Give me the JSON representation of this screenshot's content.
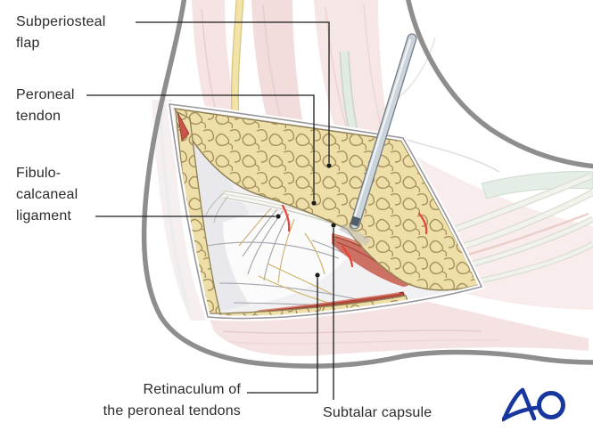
{
  "figure": {
    "kind": "surgical-anatomy-illustration",
    "region": "lateral hindfoot / calcaneus exposure"
  },
  "labels": {
    "subperiosteal_flap": {
      "text": "Subperiosteal\nflap"
    },
    "peroneal_tendon": {
      "text": "Peroneal\ntendon"
    },
    "fibulocalcaneal_ligament": {
      "text": "Fibulo-\ncalcaneal\nligament"
    },
    "retinaculum": {
      "text": "Retinaculum of\nthe peroneal tendons"
    },
    "subtalar_capsule": {
      "text": "Subtalar capsule"
    }
  },
  "logo": {
    "text": "AO",
    "color": "#17379e"
  },
  "colors": {
    "skin_outline": "#8e8e8e",
    "fat_yellow": "#eedfa9",
    "fat_lobule_line": "#a6905c",
    "fat_edge": "#8d7f54",
    "pale_muscle_pink": "#f6e3e3",
    "deep_muscle_red": "#b34a3d",
    "muscle_red": "#cc7163",
    "cut_ligament_red": "#e8443a",
    "bone_capsule_gray": "#f1f1f4",
    "nerve_yellow": "#f0e0a2",
    "instrument_steel": "#cbd4da",
    "leader_line": "#1c1c1c",
    "label_text": "#2b2b2b"
  }
}
